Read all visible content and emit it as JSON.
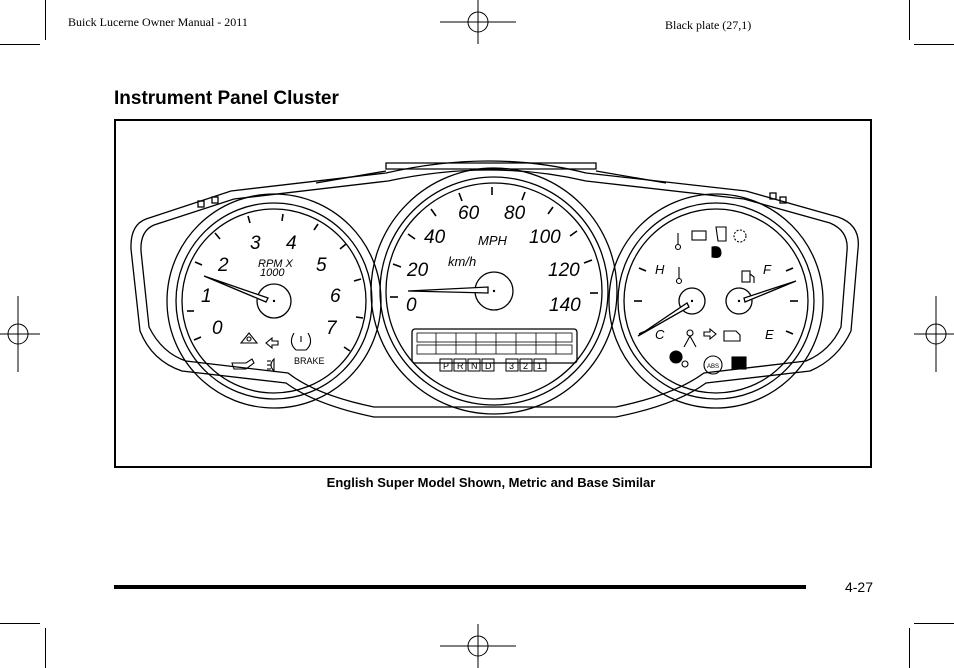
{
  "header": {
    "left_text": "Buick Lucerne Owner Manual - 2011",
    "right_text": "Black plate (27,1)"
  },
  "title": "Instrument Panel Cluster",
  "figure": {
    "tachometer": {
      "numbers": [
        "0",
        "1",
        "2",
        "3",
        "4",
        "5",
        "6",
        "7"
      ],
      "label_line1": "RPM X",
      "label_line2": "1000",
      "brake_label": "BRAKE"
    },
    "speedometer": {
      "numbers": [
        "0",
        "20",
        "40",
        "60",
        "80",
        "100",
        "120",
        "140"
      ],
      "unit_mph": "MPH",
      "unit_kmh": "km/h",
      "prnd": [
        "P",
        "R",
        "N",
        "D",
        "3",
        "2",
        "1"
      ]
    },
    "right_gauges": {
      "temp_hot": "H",
      "temp_cold": "C",
      "fuel_full": "F",
      "fuel_empty": "E",
      "abs_label": "ABS"
    }
  },
  "caption": "English Super Model Shown, Metric and Base Similar",
  "page_number": "4-27"
}
